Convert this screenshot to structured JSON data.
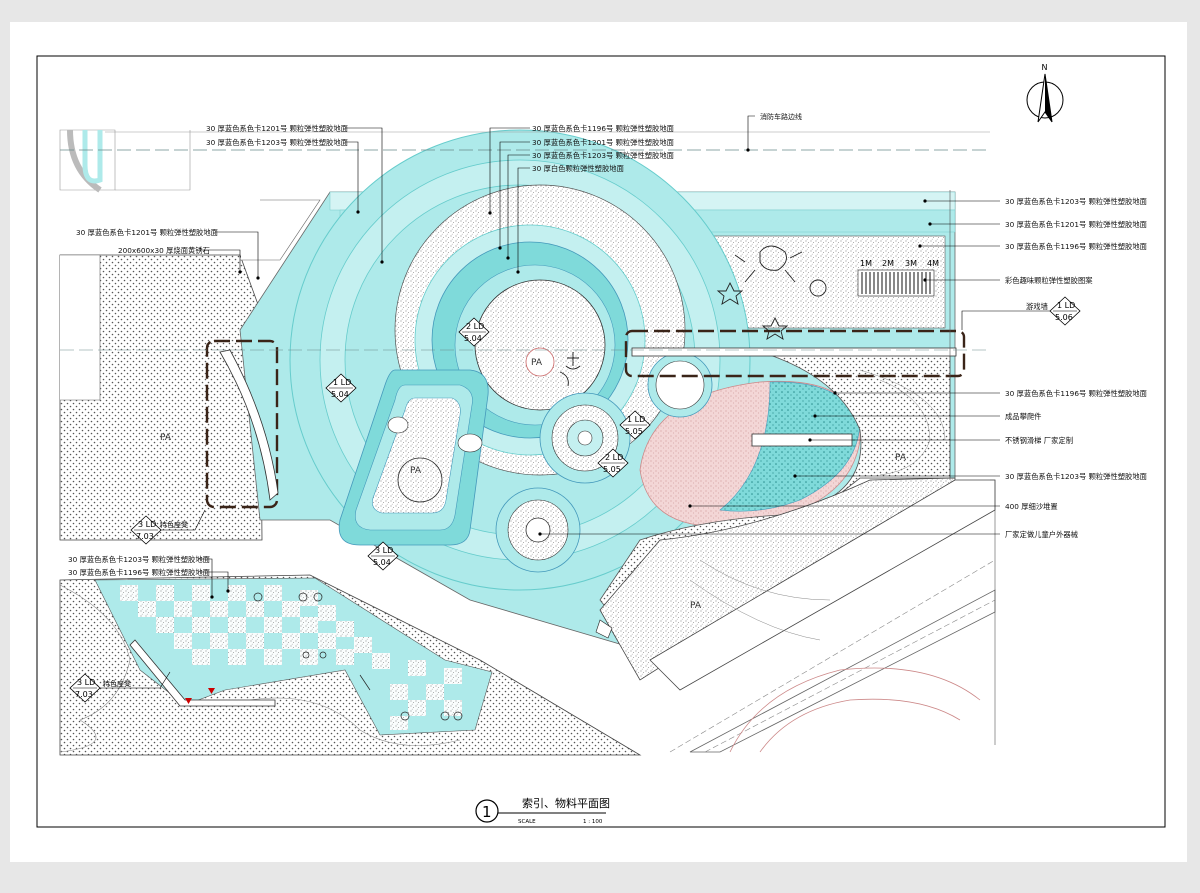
{
  "drawing": {
    "title": "索引、物料平面图",
    "number": "1",
    "scale_label": "SCALE",
    "scale_value": "1 : 100",
    "north": "N",
    "fire_road_note": "消防车路边线",
    "area_tag": "PA"
  },
  "callouts_top": [
    "30 厚蓝色系色卡1201号 颗粒弹性塑胶地面",
    "30 厚蓝色系色卡1203号 颗粒弹性塑胶地面",
    "30 厚蓝色系色卡1196号 颗粒弹性塑胶地面",
    "30 厚蓝色系色卡1201号 颗粒弹性塑胶地面",
    "30 厚蓝色系色卡1203号 颗粒弹性塑胶地面",
    "30 厚白色颗粒弹性塑胶地面"
  ],
  "callouts_left": [
    "30 厚蓝色系色卡1201号 颗粒弹性塑胶地面",
    "200x600x30 厚烧面黄锈石"
  ],
  "callouts_bottom_left": [
    "30 厚蓝色系色卡1203号 颗粒弹性塑胶地面",
    "30 厚蓝色系色卡1196号 颗粒弹性塑胶地面"
  ],
  "callouts_right": [
    "30 厚蓝色系色卡1203号 颗粒弹性塑胶地面",
    "30 厚蓝色系色卡1201号 颗粒弹性塑胶地面",
    "30 厚蓝色系色卡1196号 颗粒弹性塑胶地面",
    "彩色趣味颗粒弹性塑胶图案",
    "游戏墙",
    "30 厚蓝色系色卡1196号 颗粒弹性塑胶地面",
    "成品攀爬件",
    "不锈钢滑梯 厂家定制",
    "30 厚蓝色系色卡1203号 颗粒弹性塑胶地面",
    "400 厚细沙堆置",
    "厂家定做儿童户外器械"
  ],
  "seat_note": "特色座凳",
  "ruler": [
    "1M",
    "2M",
    "3M",
    "4M"
  ],
  "detail_tags": [
    {
      "num": "2 LD",
      "sheet": "5.04"
    },
    {
      "num": "1 LD",
      "sheet": "5.04"
    },
    {
      "num": "1 LD",
      "sheet": "5.05"
    },
    {
      "num": "2 LD",
      "sheet": "5.05"
    },
    {
      "num": "3 LD",
      "sheet": "5.04"
    },
    {
      "num": "3 LD",
      "sheet": "7.03"
    },
    {
      "num": "3 LD",
      "sheet": "7.03"
    },
    {
      "num": "1 LD",
      "sheet": "5.06"
    }
  ],
  "colors": {
    "cyan_light": "#aeeaea",
    "cyan_mid": "#7fdada",
    "cyan_deep": "#58cccc",
    "pink": "#f3d6d6",
    "dash_box": "#3a2418"
  }
}
